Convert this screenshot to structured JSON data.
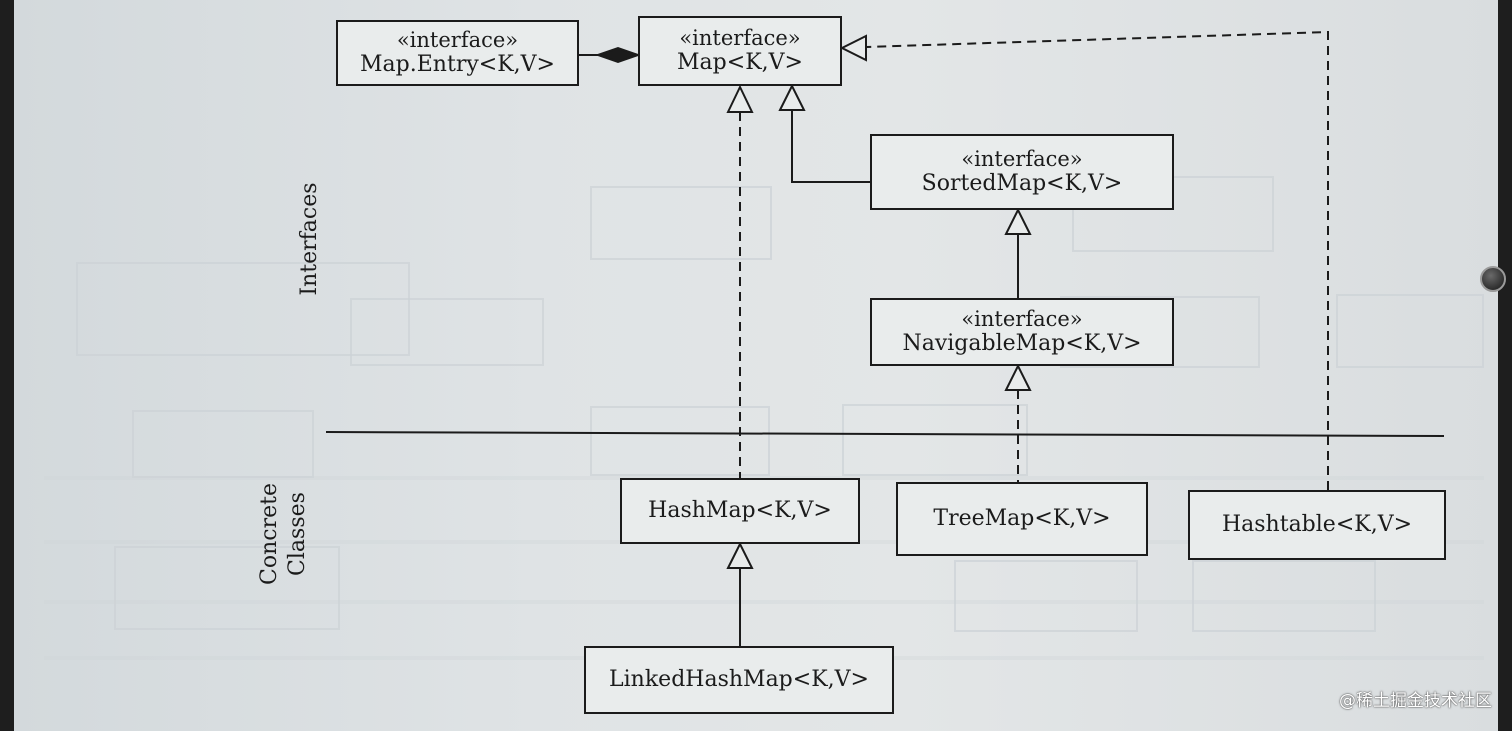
{
  "interface_stereotype": "«interface»",
  "interfaces": {
    "map_entry": {
      "name": "Map.Entry<K,V>"
    },
    "map": {
      "name": "Map<K,V>"
    },
    "sorted_map": {
      "name": "SortedMap<K,V>"
    },
    "navigable_map": {
      "name": "NavigableMap<K,V>"
    }
  },
  "classes": {
    "hash_map": {
      "name": "HashMap<K,V>"
    },
    "tree_map": {
      "name": "TreeMap<K,V>"
    },
    "hashtable": {
      "name": "Hashtable<K,V>"
    },
    "linked_hash_map": {
      "name": "LinkedHashMap<K,V>"
    }
  },
  "section_labels": {
    "interfaces": "Interfaces",
    "concrete_line1": "Concrete",
    "concrete_line2": "Classes"
  },
  "relationships": [
    {
      "from": "Map.Entry<K,V>",
      "to": "Map<K,V>",
      "kind": "composition"
    },
    {
      "from": "SortedMap<K,V>",
      "to": "Map<K,V>",
      "kind": "extends"
    },
    {
      "from": "NavigableMap<K,V>",
      "to": "SortedMap<K,V>",
      "kind": "extends"
    },
    {
      "from": "HashMap<K,V>",
      "to": "Map<K,V>",
      "kind": "implements"
    },
    {
      "from": "TreeMap<K,V>",
      "to": "NavigableMap<K,V>",
      "kind": "implements"
    },
    {
      "from": "Hashtable<K,V>",
      "to": "Map<K,V>",
      "kind": "implements"
    },
    {
      "from": "LinkedHashMap<K,V>",
      "to": "HashMap<K,V>",
      "kind": "extends"
    }
  ],
  "watermark": "@稀土掘金技术社区",
  "colors": {
    "ink": "#1b1b1b",
    "paper": "#e0e4e5",
    "background": "#1e1e1e"
  }
}
